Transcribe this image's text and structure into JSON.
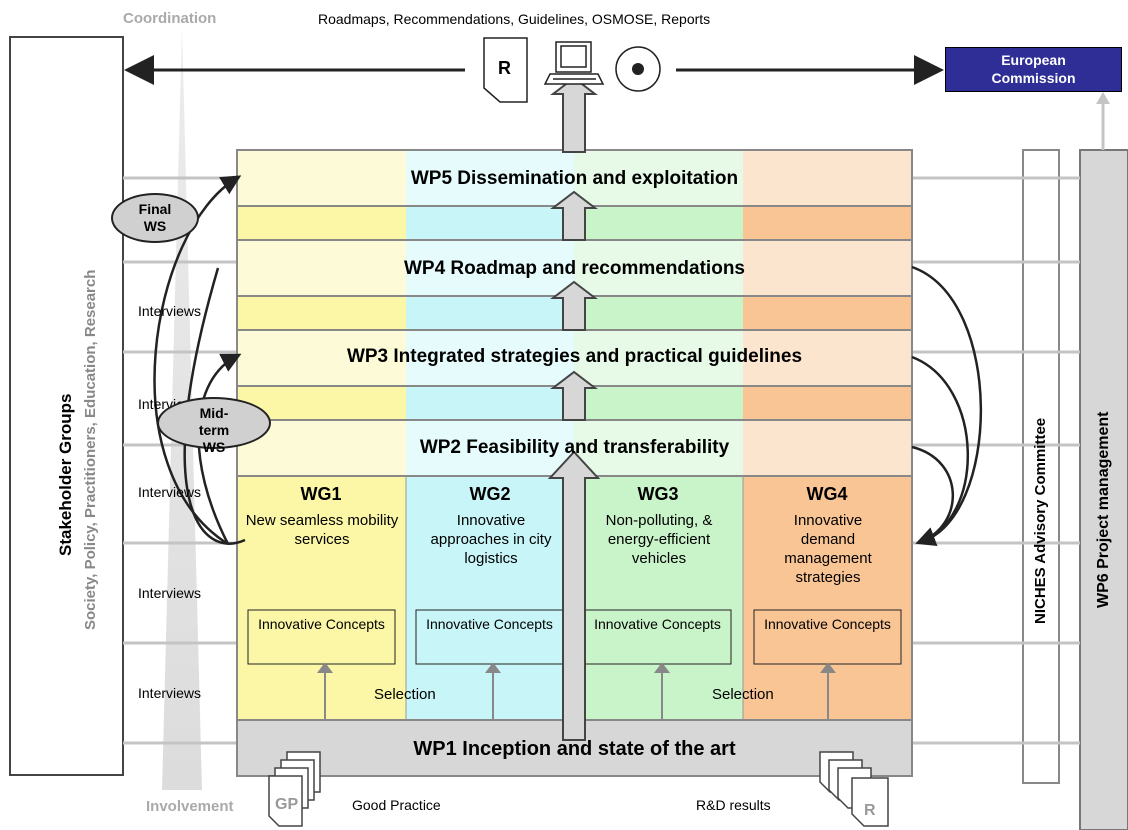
{
  "header": {
    "coordination": "Coordination",
    "outputs": "Roadmaps, Recommendations, Guidelines, OSMOSE, Reports",
    "report_letter": "R"
  },
  "european_commission": "European Commission",
  "stakeholders": {
    "title": "Stakeholder Groups",
    "subtitle": "Society, Policy, Practitioners, Education, Research"
  },
  "advisory": "NICHES Advisory Committee",
  "wp6": "WP6 Project management",
  "workpackages": {
    "wp5": "WP5 Dissemination and exploitation",
    "wp4": "WP4 Roadmap and recommendations",
    "wp3": "WP3 Integrated strategies and practical guidelines",
    "wp2": "WP2 Feasibility and transferability",
    "wp1": "WP1 Inception and state of the art"
  },
  "working_groups": [
    {
      "id": "WG1",
      "desc": "New seamless mobility services",
      "concept": "Innovative Concepts",
      "color": "#fbf7a6"
    },
    {
      "id": "WG2",
      "desc": "Innovative approaches in city logistics",
      "concept": "Innovative Concepts",
      "color": "#c8f5f8"
    },
    {
      "id": "WG3",
      "desc": "Non-polluting, & energy-efficient vehicles",
      "concept": "Innovative Concepts",
      "color": "#c9f3c9"
    },
    {
      "id": "WG4",
      "desc": "Innovative demand management strategies",
      "concept": "Innovative Concepts",
      "color": "#f9c595"
    }
  ],
  "workshops": {
    "final": "Final WS",
    "midterm": "Mid-term WS"
  },
  "interviews": [
    "Interviews",
    "Interviews",
    "Interviews",
    "Interviews",
    "Interviews"
  ],
  "selection": [
    "Selection",
    "Selection"
  ],
  "involvement": "Involvement",
  "good_practice": {
    "label": "Good Practice",
    "icon_text": "GP"
  },
  "rd_results": {
    "label": "R&D results",
    "icon_text": "R"
  }
}
